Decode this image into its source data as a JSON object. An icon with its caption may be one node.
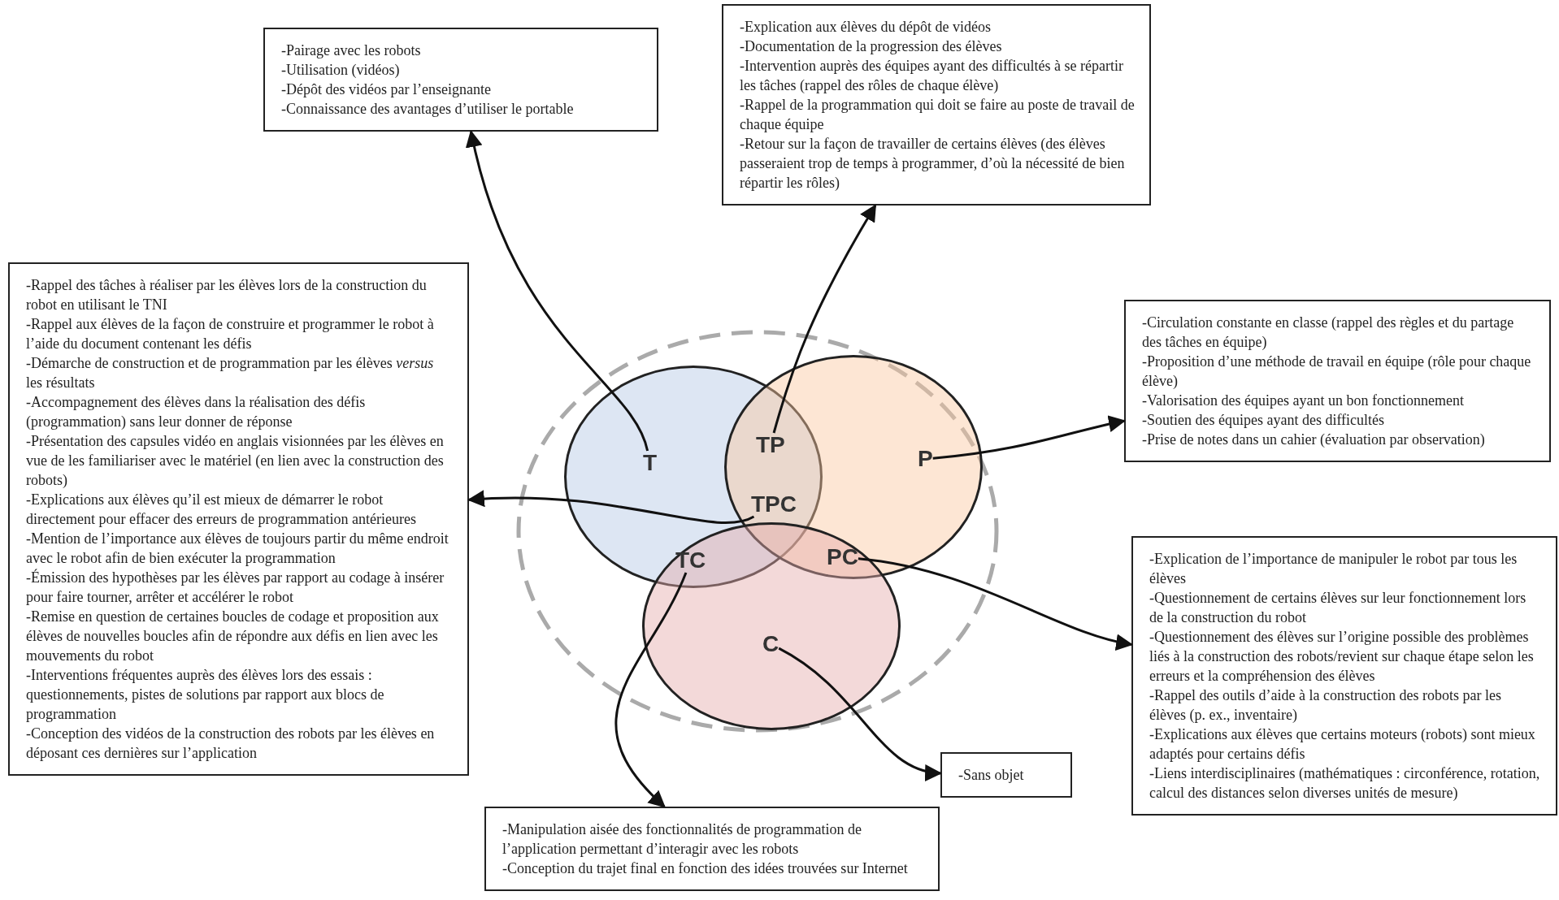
{
  "diagram": {
    "nodes": [
      {
        "text": [
          "-Pairage avec les robots",
          "-Utilisation (vidéos)",
          "-Dépôt des vidéos par l’enseignante",
          "-Connaissance des avantages d’utiliser le portable"
        ]
      },
      {
        "text": [
          "-Explication aux élèves du dépôt de vidéos",
          "-Documentation de la progression des élèves",
          "-Intervention auprès des équipes ayant des difficultés à se répartir les tâches (rappel des rôles de chaque élève)",
          "-Rappel de la programmation qui doit se faire au poste de travail de chaque équipe",
          "-Retour sur la façon de travailler de certains élèves (des élèves passeraient trop de temps à programmer, d’où la nécessité de bien répartir les rôles)"
        ]
      },
      {
        "text": [
          "-Rappel des tâches à réaliser par les élèves lors de la construction du robot en utilisant le TNI",
          "-Rappel aux élèves de la façon de construire et programmer le robot à l’aide du document contenant les défis",
          "-Démarche de construction et de programmation par les élèves *versus* les résultats",
          "-Accompagnement des élèves dans la réalisation des défis (programmation) sans leur donner de réponse",
          "-Présentation des capsules vidéo en anglais visionnées par les élèves en vue de les familiariser avec le matériel (en lien avec la construction des robots)",
          "-Explications aux élèves qu’il est mieux de démarrer le robot directement pour effacer des erreurs de programmation antérieures",
          "-Mention de l’importance aux élèves de toujours partir du même endroit avec le robot afin de bien exécuter la programmation",
          "-Émission des hypothèses par les élèves par rapport au codage à insérer pour faire tourner, arrêter et accélérer le robot",
          "-Remise en question de certaines boucles de codage et proposition aux élèves de nouvelles boucles afin de répondre aux défis en lien avec les mouvements du robot",
          "-Interventions fréquentes auprès des élèves lors des essais : questionnements, pistes de solutions par rapport aux blocs de programmation",
          "-Conception des vidéos de la construction des robots par les élèves en déposant ces dernières sur l’application"
        ]
      },
      {
        "text": [
          "-Circulation constante en classe (rappel des règles et du partage des tâches en équipe)",
          "-Proposition d’une méthode de travail en équipe (rôle pour chaque élève)",
          "-Valorisation des équipes ayant un bon fonctionnement",
          "-Soutien des équipes ayant des difficultés",
          "-Prise de notes dans un cahier (évaluation par observation)"
        ]
      },
      {
        "text": [
          "T"
        ]
      },
      {
        "text": [
          "TP"
        ]
      },
      {
        "text": [
          "P"
        ]
      },
      {
        "text": [
          "TPC"
        ]
      },
      {
        "text": [
          "TC"
        ]
      },
      {
        "text": [
          "PC"
        ]
      },
      {
        "text": [
          "-Explication de l’importance de manipuler le robot par tous les élèves",
          "-Questionnement de certains élèves sur leur fonctionnement lors de la construction du robot",
          "-Questionnement des élèves sur l’origine possible des problèmes liés à la construction des robots/revient sur chaque étape selon les erreurs et la compréhension des élèves",
          "-Rappel des outils d’aide à la construction des robots par les élèves (p. ex., inventaire)",
          "-Explications aux élèves que certains moteurs (robots) sont mieux adaptés pour certains défis",
          "-Liens interdisciplinaires (mathématiques : circonférence, rotation, calcul des distances selon diverses unités de mesure)"
        ]
      },
      {
        "text": [
          "C"
        ]
      },
      {
        "text": [
          "-Sans objet"
        ]
      },
      {
        "text": [
          "-Manipulation aisée des fonctionnalités de programmation de l’application permettant d’interagir avec les robots",
          "-Conception du trajet final en fonction des idées trouvées sur Internet"
        ]
      }
    ],
    "edges": [
      {
        "from": 4,
        "to": 0,
        "arrow": "to"
      },
      {
        "from": 5,
        "to": 1,
        "arrow": "to"
      },
      {
        "from": 6,
        "to": 3,
        "arrow": "to"
      },
      {
        "from": 7,
        "to": 2,
        "arrow": "to"
      },
      {
        "from": 8,
        "to": 13,
        "arrow": "to"
      },
      {
        "from": 9,
        "to": 10,
        "arrow": "to"
      },
      {
        "from": 11,
        "to": 12,
        "arrow": "to"
      }
    ]
  }
}
